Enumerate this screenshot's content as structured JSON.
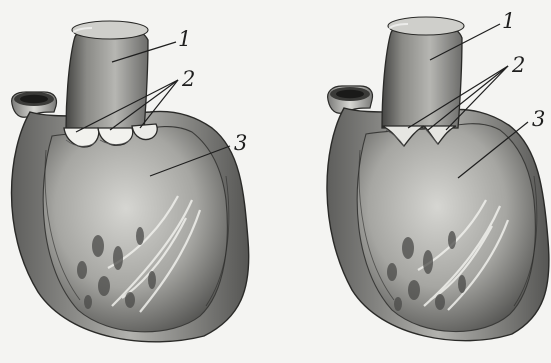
{
  "illustration": {
    "left_heart": {
      "labels": {
        "aorta": "1",
        "valve_cusps": "2",
        "ventricle_wall": "3"
      }
    },
    "right_heart": {
      "labels": {
        "aorta": "1",
        "valve_cusps": "2",
        "ventricle_wall": "3"
      }
    }
  }
}
